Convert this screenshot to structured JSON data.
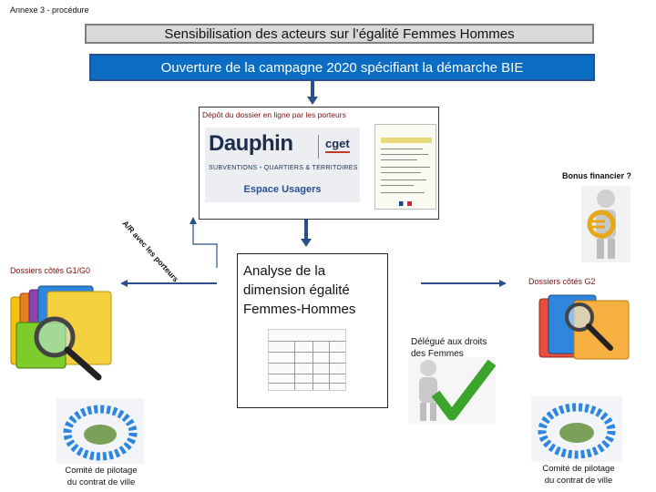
{
  "annexe": "Annexe 3 - procédure",
  "banner_top": "Sensibilisation des acteurs sur l’égalité Femmes Hommes",
  "banner_campaign": "Ouverture de la campagne 2020 spécifiant la démarche BIE",
  "depot": {
    "title": "Dépôt du dossier en ligne par les porteurs",
    "logo_main": "Dauphin",
    "logo_partner": "cget",
    "logo_tagline_1": "SUBVENTIONS",
    "logo_tagline_2": "QUARTIERS & TERRITOIRES",
    "logo_separator": "•",
    "espace": "Espace Usagers"
  },
  "ar_label": "A/R avec les porteurs",
  "analyse": {
    "title_1": "Analyse de la",
    "title_2": "dimension égalité",
    "title_3": "Femmes-Hommes"
  },
  "left_branch": {
    "label": "Dossiers côtés G1/G0",
    "comite_1": "Comité de pilotage",
    "comite_2": "du contrat de ville"
  },
  "right_branch": {
    "label": "Dossiers côtés  G2",
    "comite_1": "Comité de pilotage",
    "comite_2": "du contrat de ville"
  },
  "bonus": "Bonus financier ?",
  "delegue_1": "Délégué aux droits",
  "delegue_2": "des Femmes",
  "colors": {
    "banner_grey": "#d9d9d9",
    "banner_blue": "#0b6cc4",
    "arrow": "#2b4f8a",
    "label_brown": "#7a1010",
    "check_green": "#3aa52a"
  }
}
